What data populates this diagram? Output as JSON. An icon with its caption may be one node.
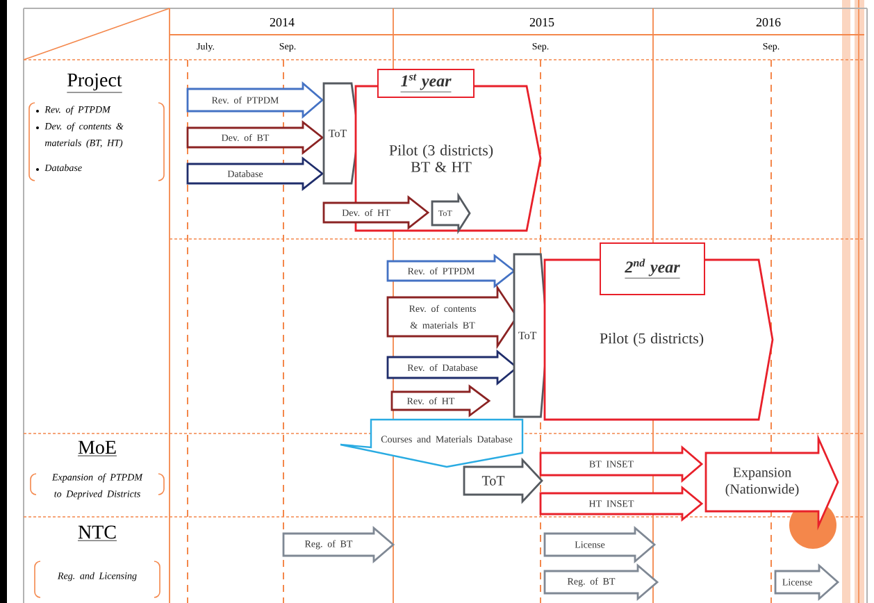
{
  "diagram": {
    "nodes": [
      {
        "text": [
          "Rev. of PTPDM"
        ]
      },
      {
        "text": [
          "Dev. of BT"
        ]
      },
      {
        "text": [
          "Database"
        ]
      },
      {
        "text": [
          "ToT"
        ]
      },
      {
        "text": [
          "1$^{st}$ year"
        ]
      },
      {
        "text": [
          "Pilot (3 districts) BT & HT"
        ]
      },
      {
        "text": [
          "Dev. of HT"
        ]
      },
      {
        "text": [
          "ToT"
        ],
        "in": 5
      },
      {
        "text": [
          "Rev. of PTPDM"
        ]
      },
      {
        "text": [
          "Rev. of contents & materials BT"
        ]
      },
      {
        "text": [
          "Rev. of Database"
        ]
      },
      {
        "text": [
          "Rev. of HT"
        ]
      },
      {
        "text": [
          "ToT"
        ]
      },
      {
        "text": [
          "2$^{nd}$ year"
        ]
      },
      {
        "text": [
          "Pilot (5 districts)"
        ]
      },
      {
        "text": [
          "Courses and Materials Database"
        ]
      },
      {
        "text": [
          "ToT"
        ]
      },
      {
        "text": [
          "BT  INSET"
        ]
      },
      {
        "text": [
          "HT  INSET"
        ]
      },
      {
        "text": [
          "Expansion (Nationwide)"
        ]
      },
      {
        "text": [
          "Reg. of BT"
        ]
      },
      {
        "text": [
          "License"
        ]
      },
      {
        "text": [
          "Reg. of BT"
        ]
      },
      {
        "text": [
          "License"
        ]
      }
    ],
    "labels": [
      "2014",
      "2015",
      "2016",
      "July.",
      "Sep.",
      "Sep.",
      "Sep.",
      "Project",
      "Rev. of PTPDM",
      "Dev. of contents & materials (BT, HT)",
      "Database",
      "MoE",
      "Expansion of PTPDM to Deprived Districts",
      "NTC",
      "Reg. and Licensing"
    ]
  }
}
